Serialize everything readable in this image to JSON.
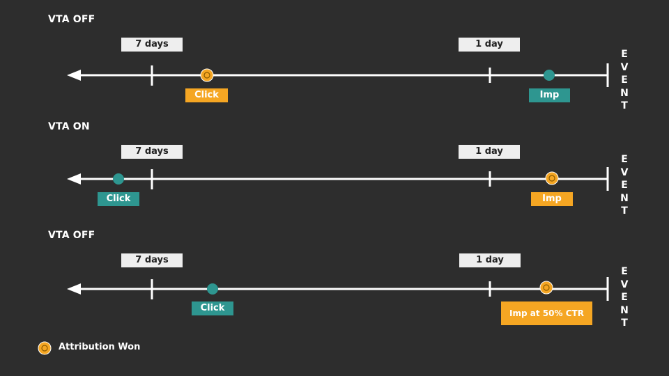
{
  "colors": {
    "background": "#2d2d2d",
    "line": "#ffffff",
    "teal": "#2e9690",
    "orange": "#f5a623"
  },
  "event_label": "EVENT",
  "panels": [
    {
      "title": "VTA OFF",
      "label_7": "7 days",
      "label_1": "1 day",
      "click_label": "Click",
      "imp_label": "Imp",
      "click_won": true,
      "imp_won": false
    },
    {
      "title": "VTA ON",
      "label_7": "7 days",
      "label_1": "1 day",
      "click_label": "Click",
      "imp_label": "Imp",
      "click_won": false,
      "imp_won": true
    },
    {
      "title": "VTA OFF",
      "label_7": "7 days",
      "label_1": "1 day",
      "click_label": "Click",
      "imp_label": "Imp at 50% CTR",
      "click_won": false,
      "imp_won": true
    }
  ],
  "legend": {
    "label": "Attribution Won",
    "icon": "attribution-won-icon"
  }
}
